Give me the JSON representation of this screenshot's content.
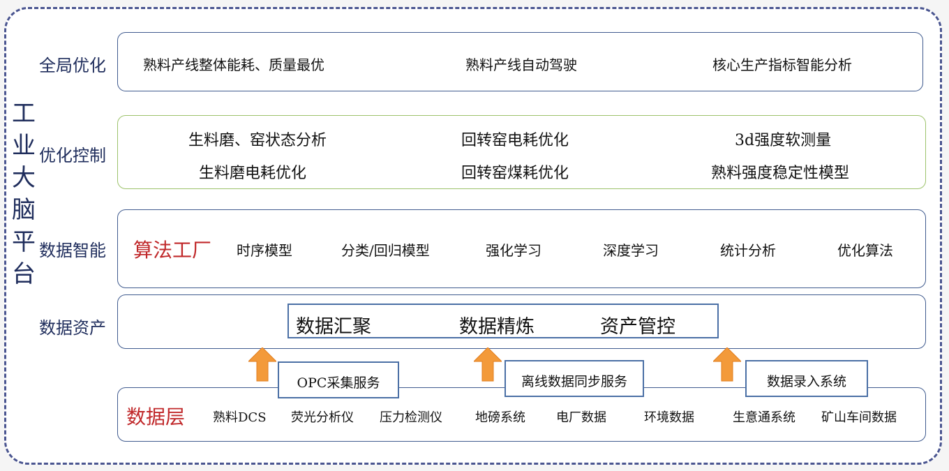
{
  "platform_title": [
    "工",
    "业",
    "大",
    "脑",
    "平",
    "台"
  ],
  "rows": {
    "global": {
      "label": "全局优化",
      "items": [
        "熟料产线整体能耗、质量最优",
        "熟料产线自动驾驶",
        "核心生产指标智能分析"
      ]
    },
    "control": {
      "label": "优化控制",
      "items_top": [
        "生料磨、窑状态分析",
        "回转窑电耗优化",
        "3d强度软测量"
      ],
      "items_bottom": [
        "生料磨电耗优化",
        "回转窑煤耗优化",
        "熟料强度稳定性模型"
      ]
    },
    "intelligence": {
      "label": "数据智能",
      "title": "算法工厂",
      "items": [
        "时序模型",
        "分类/回归模型",
        "强化学习",
        "深度学习",
        "统计分析",
        "优化算法"
      ]
    },
    "assets": {
      "label": "数据资产",
      "items": [
        "数据汇聚",
        "数据精炼",
        "资产管控"
      ]
    },
    "services": [
      "OPC采集服务",
      "离线数据同步服务",
      "数据录入系统"
    ],
    "data_layer": {
      "title": "数据层",
      "items": [
        "熟料DCS",
        "荧光分析仪",
        "压力检测仪",
        "地磅系统",
        "电厂数据",
        "环境数据",
        "生意通系统",
        "矿山车间数据"
      ]
    }
  },
  "colors": {
    "border_blue": "#3f5a8e",
    "border_green": "#9cc26a",
    "accent_red": "#c0282a",
    "arrow_orange": "#f39a3a",
    "label_navy": "#1f2d5c"
  }
}
